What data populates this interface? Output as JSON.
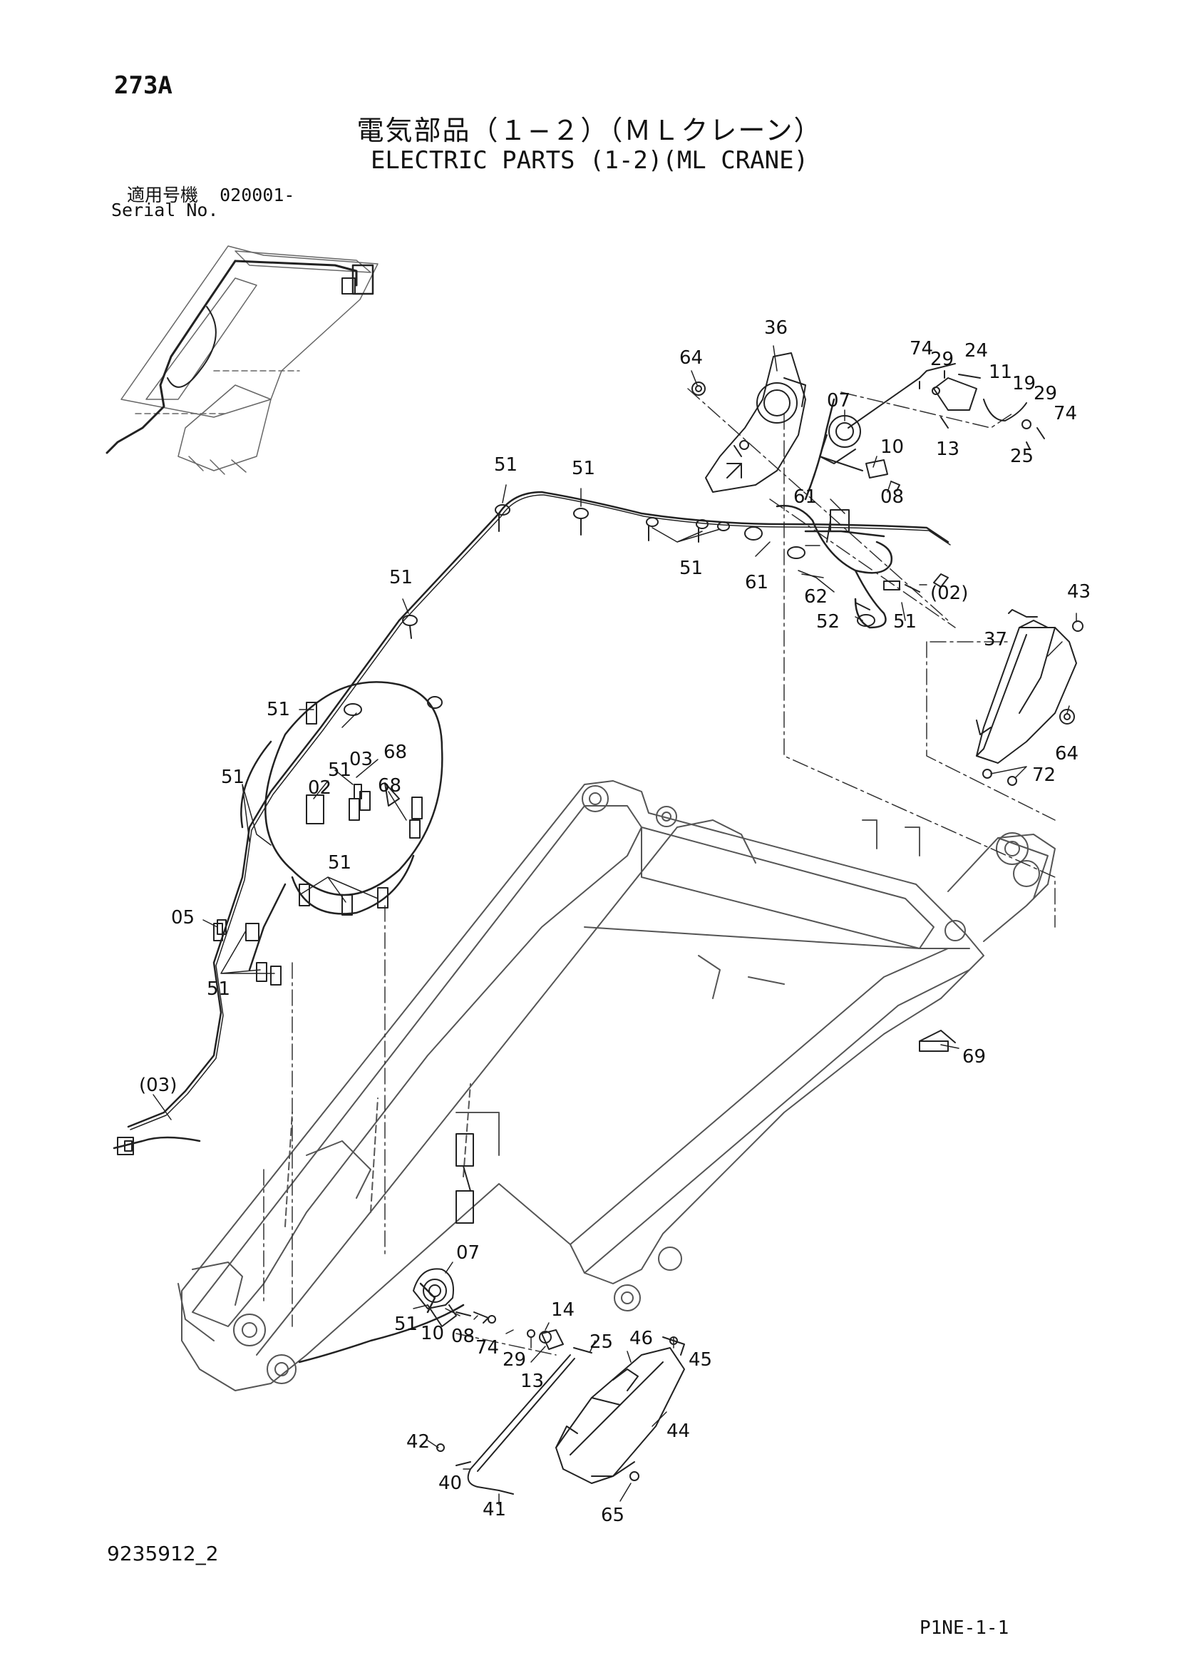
{
  "header": {
    "page_code": "273A",
    "title_jp": "電気部品（１−２）（ＭＬクレーン）",
    "title_en": "ELECTRIC PARTS (1-2)(ML CRANE)",
    "serial_label_jp": "適用号機",
    "serial_value": "020001-",
    "serial_label_en": "Serial No."
  },
  "footer": {
    "drawing_number": "9235912_2",
    "page_reference": "P1NE-1-1"
  },
  "callouts": [
    "36",
    "64",
    "74",
    "29",
    "24",
    "11",
    "19",
    "29",
    "74",
    "07",
    "10",
    "13",
    "25",
    "08",
    "51",
    "51",
    "61",
    "51",
    "61",
    "62",
    "(02)",
    "52",
    "51",
    "43",
    "37",
    "64",
    "72",
    "51",
    "51",
    "68",
    "51",
    "03",
    "02",
    "68",
    "51",
    "51",
    "05",
    "51",
    "(03)",
    "69",
    "07",
    "51",
    "10",
    "08",
    "74",
    "29",
    "14",
    "25",
    "46",
    "45",
    "13",
    "44",
    "42",
    "40",
    "41",
    "65"
  ]
}
